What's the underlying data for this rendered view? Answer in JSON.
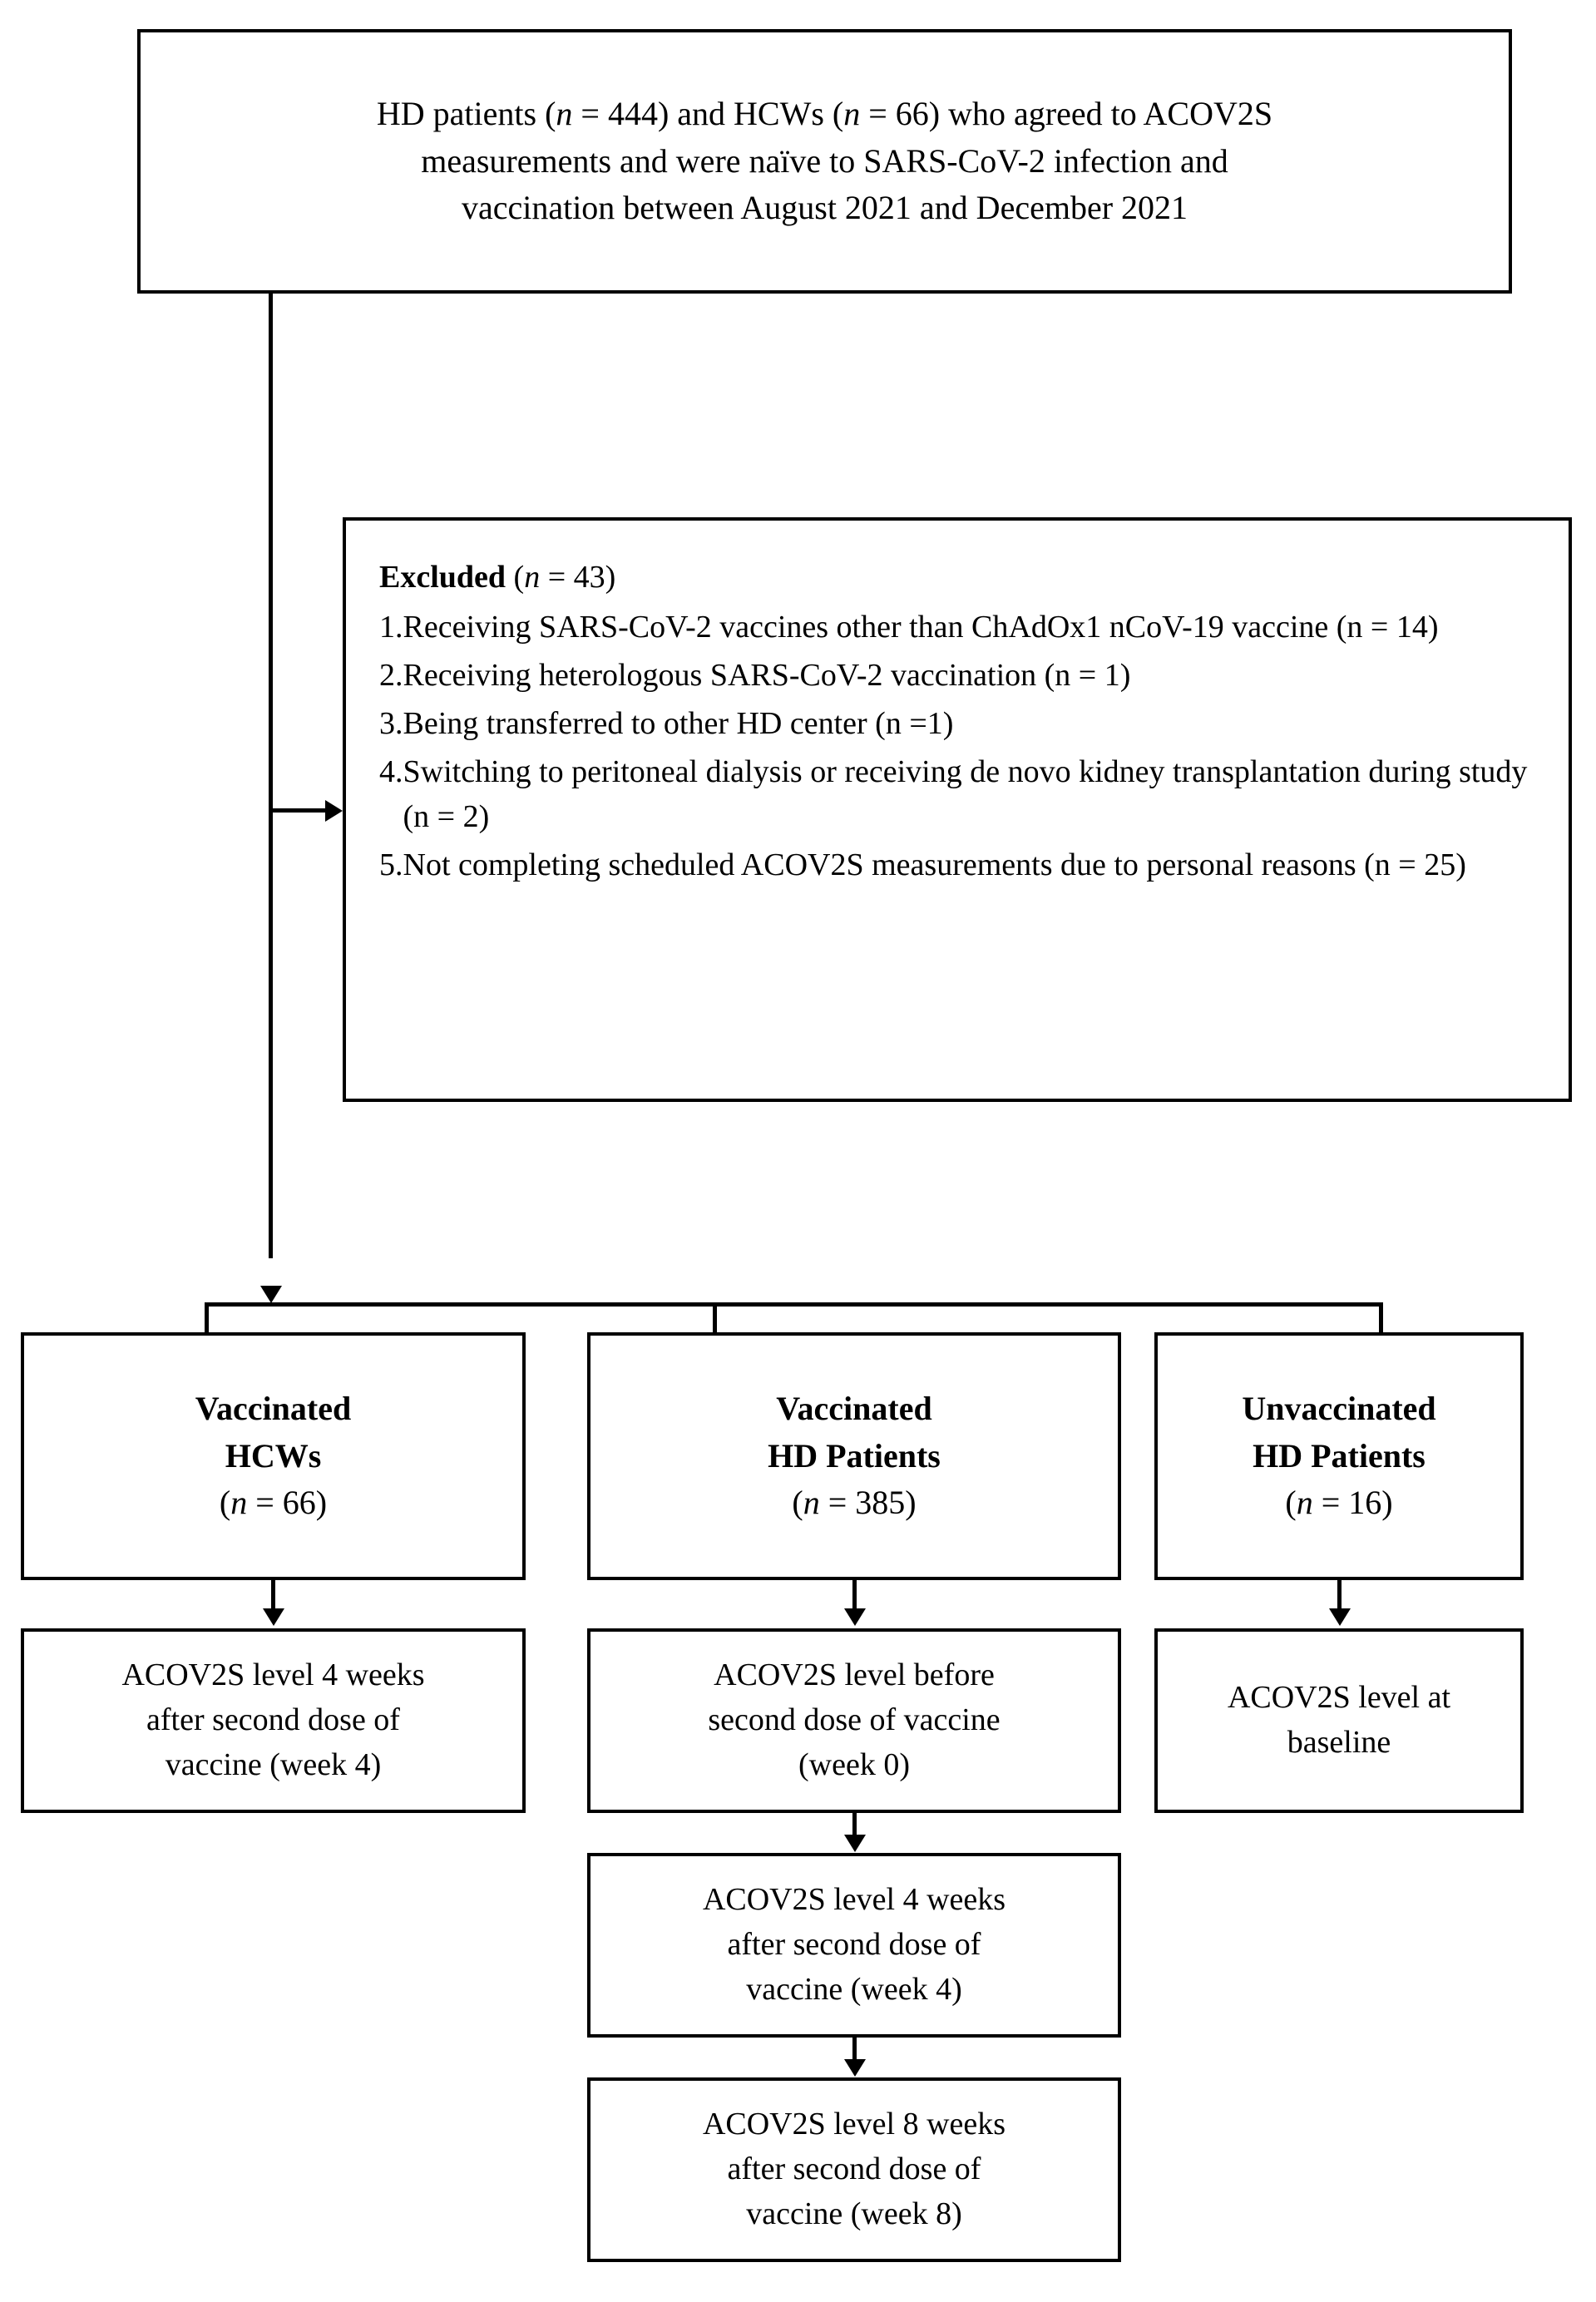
{
  "diagram": {
    "type": "study-flow-diagram",
    "title": "Participant enrollment flow diagram"
  },
  "enrollment": {
    "text": "HD patients (n = 444) and HCWs (n = 66) who agreed to ACOV2S measurements and were naïve to SARS-CoV-2 infection and vaccination between August 2021 and December 2021",
    "line1_pre": "HD patients (",
    "line1_n1": "n",
    "line1_mid": " = 444) and HCWs (",
    "line1_n2": "n",
    "line1_post": " = 66) who agreed to ACOV2S",
    "line2": "measurements and were naïve to SARS-CoV-2 infection and",
    "line3": "vaccination between August 2021 and December 2021",
    "hd_patients_n": 444,
    "hcws_n": 66
  },
  "excluded": {
    "title_label": "Excluded",
    "title_n": "n",
    "title_count": " = 43)",
    "total": 43,
    "items": [
      {
        "number": "1.",
        "text": "Receiving SARS-CoV-2 vaccines other than ChAdOx1 nCoV-19 vaccine (n = 14)",
        "n": 14
      },
      {
        "number": "2.",
        "text": "Receiving heterologous SARS-CoV-2 vaccination (n = 1)",
        "n": 1
      },
      {
        "number": "3.",
        "text": "Being transferred to other HD center (n =1)",
        "n": 1
      },
      {
        "number": "4.",
        "text": "Switching to peritoneal dialysis or receiving de novo kidney transplantation during study (n = 2)",
        "n": 2
      },
      {
        "number": "5.",
        "text": "Not completing scheduled ACOV2S measurements due to personal reasons (n = 25)",
        "n": 25
      }
    ]
  },
  "groups": [
    {
      "id": "vaccinated-hcws",
      "line1": "Vaccinated",
      "line2": "HCWs",
      "n_label": "n",
      "n_value": " = 66)",
      "count": 66,
      "measurements": [
        {
          "id": "hcw-week4",
          "line1": "ACOV2S level 4 weeks",
          "line2": "after second dose of",
          "line3": "vaccine (week 4)",
          "timepoint": "week 4"
        }
      ]
    },
    {
      "id": "vaccinated-hd-patients",
      "line1": "Vaccinated",
      "line2": "HD Patients",
      "n_label": "n",
      "n_value": " = 385)",
      "count": 385,
      "measurements": [
        {
          "id": "hd-week0",
          "line1": "ACOV2S level before",
          "line2": "second dose of vaccine",
          "line3": "(week 0)",
          "timepoint": "week 0"
        },
        {
          "id": "hd-week4",
          "line1": "ACOV2S level 4 weeks",
          "line2": "after second dose of",
          "line3": "vaccine (week 4)",
          "timepoint": "week 4"
        },
        {
          "id": "hd-week8",
          "line1": "ACOV2S level 8 weeks",
          "line2": "after second dose of",
          "line3": "vaccine (week 8)",
          "timepoint": "week 8"
        }
      ]
    },
    {
      "id": "unvaccinated-hd-patients",
      "line1": "Unvaccinated",
      "line2": "HD Patients",
      "n_label": "n",
      "n_value": " = 16)",
      "count": 16,
      "measurements": [
        {
          "id": "unvacc-baseline",
          "line1": "ACOV2S level at",
          "line2": "baseline",
          "line3": "",
          "timepoint": "baseline"
        }
      ]
    }
  ],
  "colors": {
    "stroke": "#000000",
    "background": "#ffffff",
    "text": "#000000"
  }
}
